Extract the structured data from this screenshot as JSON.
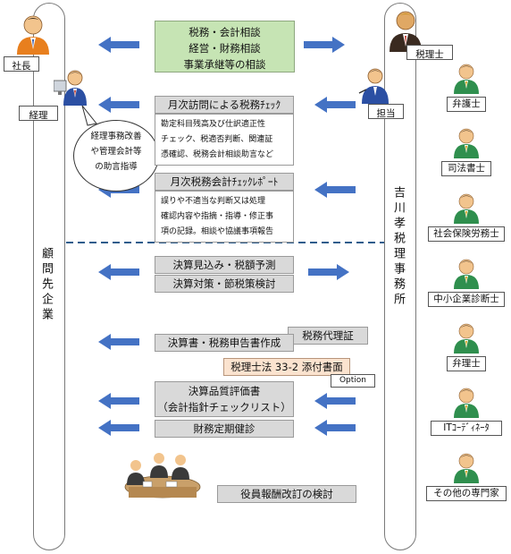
{
  "left_column": {
    "label": "顧問先企業",
    "president": "社長",
    "accountant": "経理",
    "advice_bubble": [
      "経理事務改善",
      "や管理会計等",
      "の助言指導"
    ]
  },
  "right_column": {
    "label": "吉川孝税理事務所",
    "tax_accountant": "税理士",
    "staff": "担当"
  },
  "flows": {
    "consultation": [
      "税務・会計相談",
      "経営・財務相談",
      "事業承継等の相談"
    ],
    "monthly_visit": "月次訪問による税務ﾁｪｯｸ",
    "monthly_visit_detail": [
      "勘定科目残高及び仕訳適正性",
      "チェック、税適否判断、関連証",
      "憑確認、税務会計相談助言など"
    ],
    "monthly_report": "月次税務会計ﾁｪｯｸﾚﾎﾟｰﾄ",
    "monthly_report_detail": [
      "誤りや不適当な判断又は処理",
      "確認内容や指摘・指導・修正事",
      "項の記録。相談や協議事項報告"
    ],
    "settlement_forecast": "決算見込み・税額予測",
    "settlement_measures": "決算対策・節税策検討",
    "tax_proxy": "税務代理証",
    "tax_return": "決算書・税務申告書作成",
    "attached_document": "税理士法 33-2 添付書面",
    "option": "Option",
    "quality_eval": [
      "決算品質評価書",
      "（会計指針チェックリスト）"
    ],
    "financial_checkup": "財務定期健診",
    "compensation_review": "役員報酬改訂の検討"
  },
  "experts": [
    "弁護士",
    "司法書士",
    "社会保険労務士",
    "中小企業診断士",
    "弁理士",
    "ITｺｰﾃﾞｨﾈｰﾀ",
    "その他の専門家"
  ],
  "colors": {
    "arrow": "#4472c4",
    "consult_box": "#c6e4b4",
    "gray_box": "#d9d9d9",
    "peach_box": "#fbe3cf",
    "divider": "#2e5d8c",
    "person_green": "#2f8f4e",
    "person_orange": "#e87f1e",
    "person_blue": "#2b4fa3"
  },
  "icons": [
    "person-icon",
    "meeting-icon",
    "computer-monitor-icon"
  ]
}
